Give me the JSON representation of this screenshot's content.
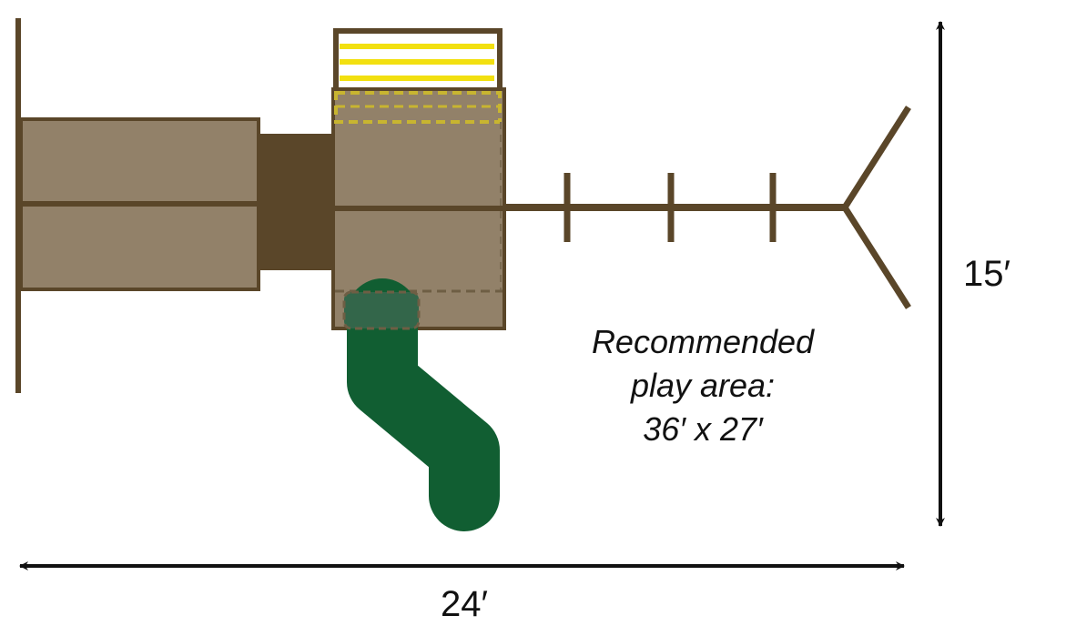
{
  "title": "Playset top-view dimensions",
  "labels": {
    "width": "24′",
    "depth": "15′",
    "play_area_line1": "Recommended",
    "play_area_line2": "play area:",
    "play_area_line3": "36′ x 27′"
  },
  "colors": {
    "wood_dark": "#5a4629",
    "wood_light": "#928169",
    "slide_green": "#115e32",
    "ladder_yellow": "#f2e010",
    "dashed_yellow": "#c8b530"
  }
}
